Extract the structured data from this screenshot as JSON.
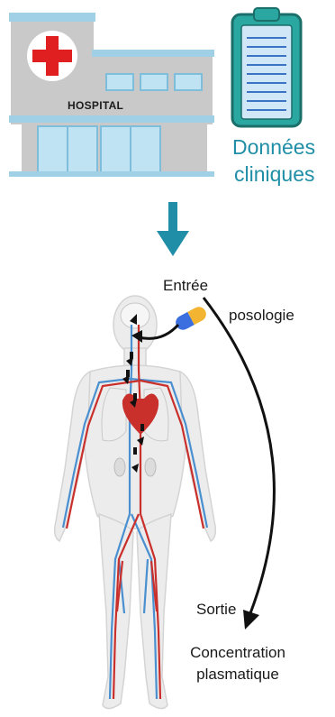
{
  "hospital": {
    "sign": "HOSPITAL"
  },
  "clinical_data": {
    "line1": "Données",
    "line2": "cliniques"
  },
  "model": {
    "input_label": "Entrée",
    "dosage_label": "posologie",
    "output_label": "Sortie",
    "concentration_line1": "Concentration",
    "concentration_line2": "plasmatique"
  },
  "colors": {
    "teal": "#1f8ea6",
    "hospital_blue": "#bfe3f3",
    "cross_red": "#e02020",
    "artery_red": "#c9302c",
    "vein_blue": "#4a8fcf"
  }
}
